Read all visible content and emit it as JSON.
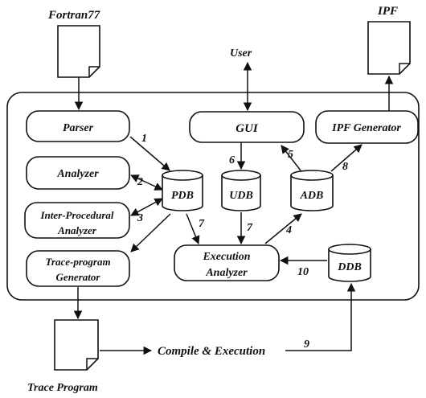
{
  "inputs": {
    "fortran": "Fortran77",
    "user": "User",
    "ipf": "IPF",
    "trace_program": "Trace Program"
  },
  "modules": {
    "parser": "Parser",
    "analyzer": "Analyzer",
    "inter_procedural_line1": "Inter-Procedural",
    "inter_procedural_line2": "Analyzer",
    "trace_gen_line1": "Trace-program",
    "trace_gen_line2": "Generator",
    "gui": "GUI",
    "ipf_generator": "IPF Generator",
    "execution_line1": "Execution",
    "execution_line2": "Analyzer"
  },
  "databases": {
    "pdb": "PDB",
    "udb": "UDB",
    "adb": "ADB",
    "ddb": "DDB"
  },
  "edge_numbers": {
    "n1": "1",
    "n2": "2",
    "n3": "3",
    "n4": "4",
    "n5": "5",
    "n6": "6",
    "n7a": "7",
    "n7b": "7",
    "n8": "8",
    "n9": "9",
    "n10": "10"
  },
  "compile_label": "Compile & Execution"
}
